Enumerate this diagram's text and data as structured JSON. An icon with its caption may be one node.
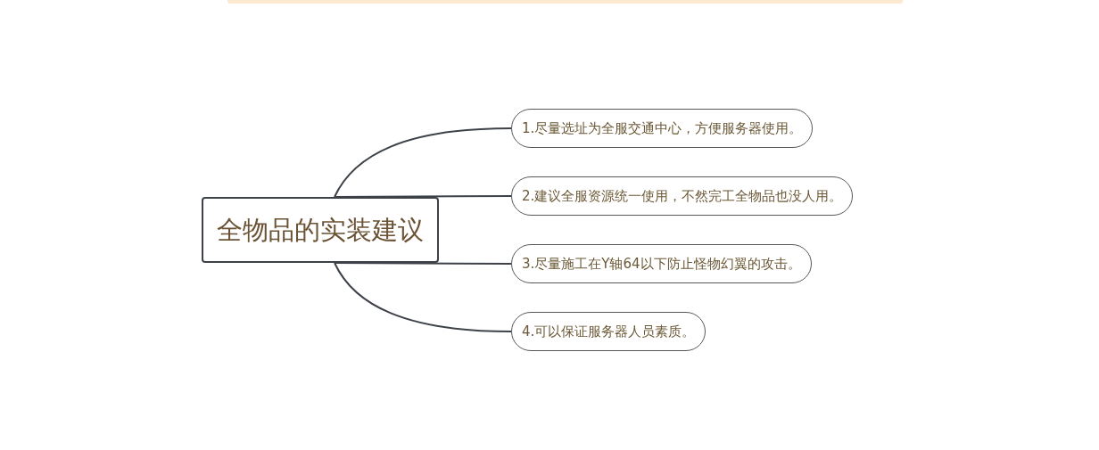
{
  "diagram": {
    "nodes": [
      {
        "text": [
          "全物品的实装建议"
        ]
      },
      {
        "text": [
          "1.尽量选址为全服交通中心，方便服务器使用。"
        ]
      },
      {
        "text": [
          "2.建议全服资源统一使用，不然完工全物品也没人用。"
        ]
      },
      {
        "text": [
          "3.尽量施工在Y轴64以下防止怪物幻翼的攻击。"
        ]
      },
      {
        "text": [
          "4.可以保证服务器人员素质。"
        ]
      }
    ],
    "edges": [
      {
        "from": 0,
        "to": 1,
        "arrow": "none"
      },
      {
        "from": 0,
        "to": 2,
        "arrow": "none"
      },
      {
        "from": 0,
        "to": 3,
        "arrow": "none"
      },
      {
        "from": 0,
        "to": 4,
        "arrow": "none"
      }
    ]
  }
}
